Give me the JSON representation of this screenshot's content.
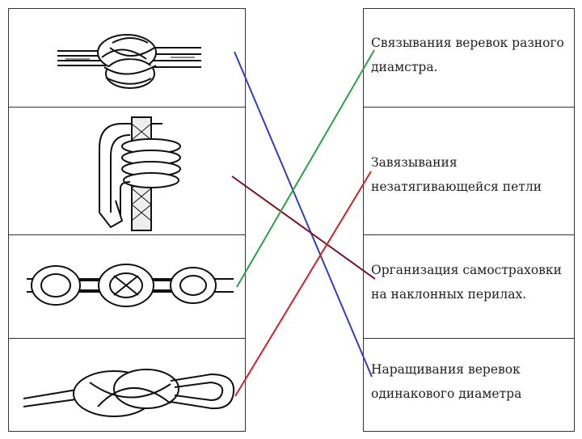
{
  "knots": [
    {
      "name": "reef-knot"
    },
    {
      "name": "bowline-knot"
    },
    {
      "name": "prusik-chain-knot"
    },
    {
      "name": "figure-eight-loop-knot"
    }
  ],
  "descriptions": [
    {
      "text_1": "Связывания веревок разного",
      "text_2": "диамстра."
    },
    {
      "text_1": "Завязывания",
      "text_2": "незатягивающейся петли"
    },
    {
      "text_1": "Организация самостраховки",
      "text_2": "на наклонных перилах."
    },
    {
      "text_1": "Наращивания веревок",
      "text_2": "одинакового диаметра"
    }
  ],
  "connections": [
    {
      "from_knot": 1,
      "to_description": 4,
      "color": "#2f3fbf"
    },
    {
      "from_knot": 2,
      "to_description": 3,
      "color": "#7a1020"
    },
    {
      "from_knot": 3,
      "to_description": 1,
      "color": "#2da04a"
    },
    {
      "from_knot": 4,
      "to_description": 2,
      "color": "#d0202a"
    }
  ]
}
